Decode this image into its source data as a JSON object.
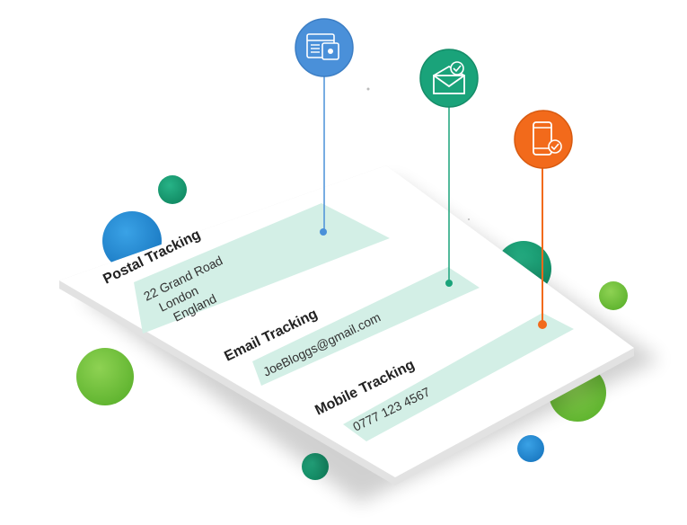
{
  "card": {
    "sections": [
      {
        "heading": "Postal Tracking",
        "lines": [
          "22 Grand Road",
          "London",
          "England"
        ]
      },
      {
        "heading": "Email Tracking",
        "lines": [
          "JoeBloggs@gmail.com"
        ]
      },
      {
        "heading": "Mobile Tracking",
        "lines": [
          "0777 123 4567"
        ]
      }
    ]
  },
  "pins": [
    {
      "icon": "postal-letter-icon",
      "color": "#4a90d9"
    },
    {
      "icon": "email-envelope-icon",
      "color": "#1aa37a"
    },
    {
      "icon": "mobile-phone-icon",
      "color": "#f26a1b"
    }
  ],
  "colors": {
    "panel": "#d3efe6",
    "green_light": "#76c442",
    "green_dark": "#19a07a",
    "blue": "#2f8ad2"
  }
}
